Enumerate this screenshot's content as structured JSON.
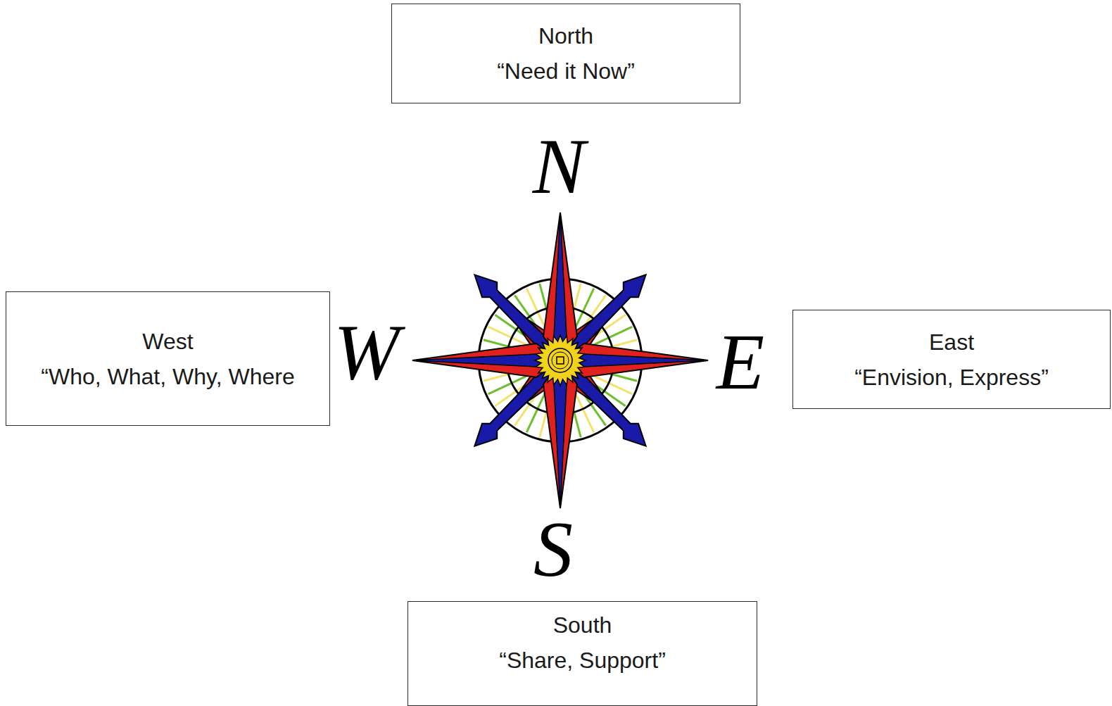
{
  "diagram": {
    "nodes": [
      {
        "text": [
          "North",
          "“Need it Now”"
        ]
      },
      {
        "text": [
          "West",
          "“Who, What, Why, Where"
        ]
      },
      {
        "text": [
          "East",
          "“Envision, Express”"
        ]
      },
      {
        "text": [
          "South",
          "“Share, Support”"
        ]
      }
    ],
    "labels": [
      "N",
      "W",
      "E",
      "S"
    ]
  }
}
